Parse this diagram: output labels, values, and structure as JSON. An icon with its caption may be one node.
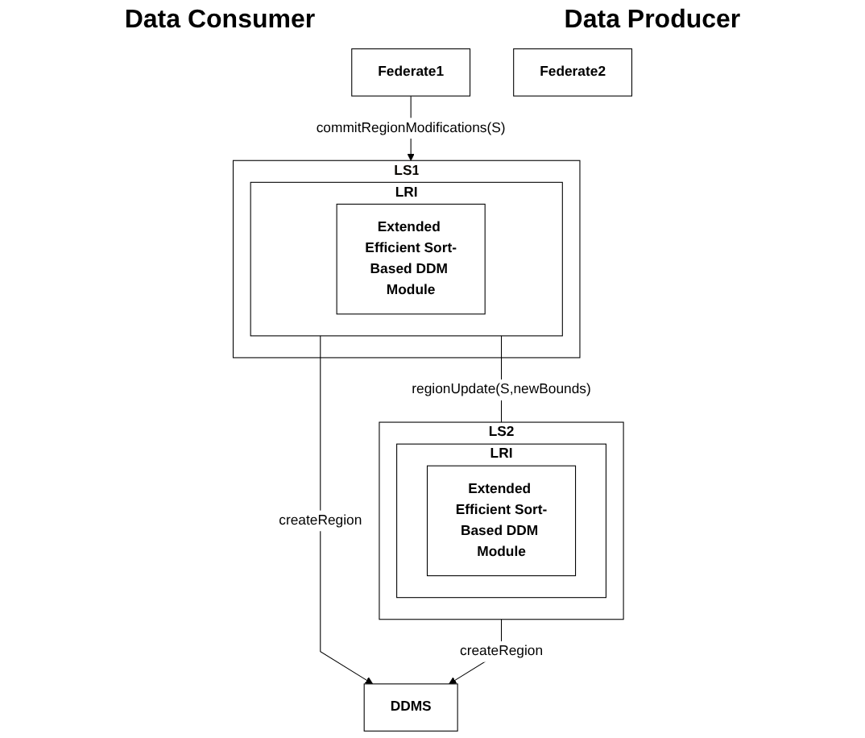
{
  "diagram": {
    "nodes": [
      {
        "text": [
          "Federate1"
        ]
      },
      {
        "text": [
          "Federate2"
        ]
      },
      {
        "text": [
          "LS1"
        ]
      },
      {
        "text": [
          "LRI"
        ],
        "in": 2
      },
      {
        "text": [
          "Extended Efficient Sort-Based DDM Module"
        ],
        "in": 3
      },
      {
        "text": [
          "LS2"
        ]
      },
      {
        "text": [
          "LRI"
        ],
        "in": 5
      },
      {
        "text": [
          "Extended Efficient Sort-Based DDM Module"
        ],
        "in": 6
      },
      {
        "text": [
          "DDMS"
        ]
      }
    ],
    "edges": [
      {
        "from": 0,
        "to": 2,
        "arrow": "to",
        "label": "commitRegionModifications(S)"
      },
      {
        "from": 4,
        "to": 7,
        "arrow": "to",
        "label": "regionUpdate(S,newBounds)"
      },
      {
        "from": 4,
        "to": 8,
        "arrow": "to",
        "label": "createRegion"
      },
      {
        "from": 7,
        "to": 8,
        "arrow": "to",
        "label": "createRegion"
      }
    ],
    "labels": [
      "Data Consumer",
      "Data Producer"
    ]
  }
}
